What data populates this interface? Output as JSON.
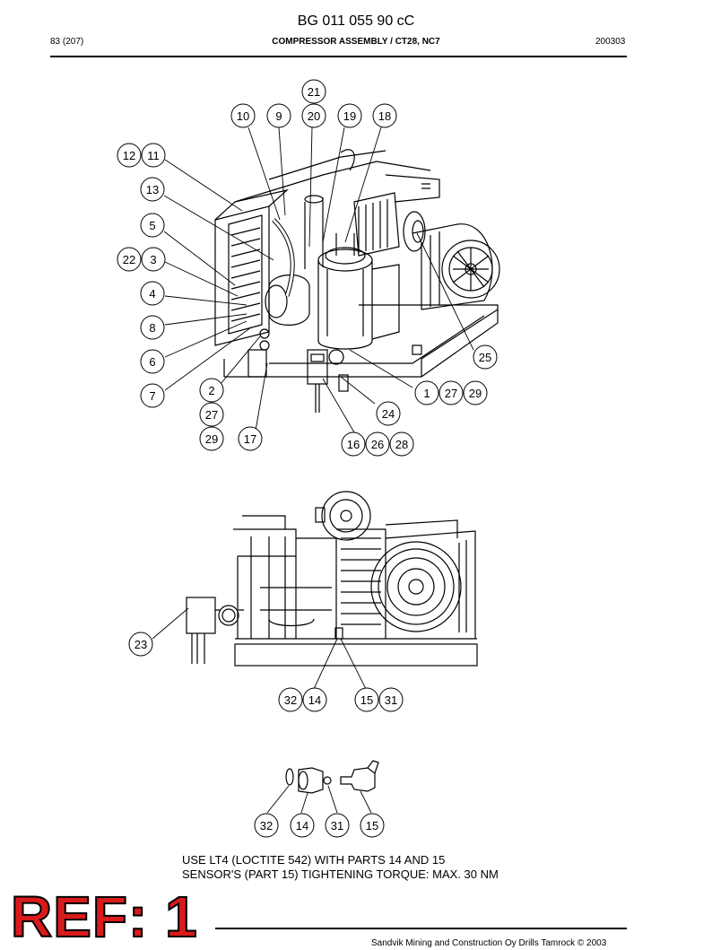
{
  "header": {
    "doc_number": "BG 011 055 90 cC",
    "page": "83 (207)",
    "section_title": "COMPRESSOR ASSEMBLY / CT28, NC7",
    "date_code": "200303"
  },
  "callouts": {
    "figure_top": [
      "21",
      "10",
      "9",
      "20",
      "19",
      "18",
      "12",
      "11",
      "13",
      "5",
      "22",
      "3",
      "4",
      "8",
      "6",
      "7",
      "2",
      "27",
      "29",
      "17",
      "16",
      "26",
      "28",
      "24",
      "1",
      "27",
      "29",
      "25"
    ],
    "figure_middle": [
      "23",
      "32",
      "14",
      "15",
      "31"
    ],
    "figure_bottom": [
      "32",
      "14",
      "31",
      "15"
    ]
  },
  "note": {
    "line1": "USE LT4 (LOCTITE 542) WITH PARTS 14 AND 15",
    "line2": "SENSOR'S (PART 15) TIGHTENING TORQUE: MAX. 30 NM"
  },
  "stamp": {
    "text": "REF: 1",
    "color": "#d81b1b"
  },
  "footer": {
    "text": "Sandvik Mining and Construction Oy Drills Tamrock © 2003"
  }
}
